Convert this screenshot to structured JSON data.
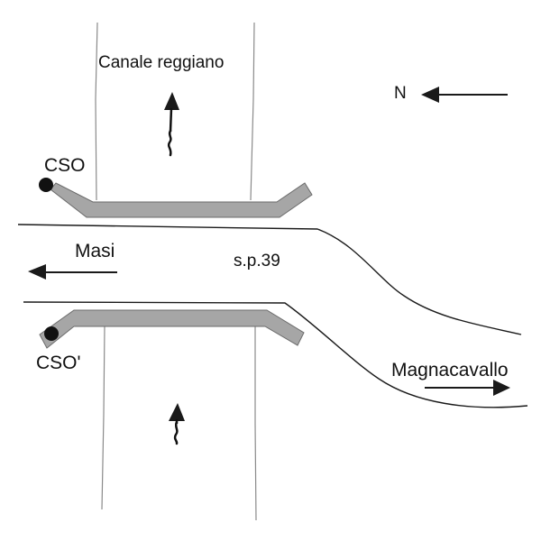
{
  "labels": {
    "canal": "Canale reggiano",
    "north": "N",
    "cso_top": "CSO",
    "cso_bottom": "CSO'",
    "masi": "Masi",
    "road": "s.p.39",
    "magnacavallo": "Magnacavallo"
  },
  "colors": {
    "pipe_fill": "#a6a6a6",
    "pipe_stroke": "#6b6b6b",
    "road_line": "#1a1a1a",
    "canal_line": "#8a8a8a",
    "outfall_dot": "#111111"
  }
}
